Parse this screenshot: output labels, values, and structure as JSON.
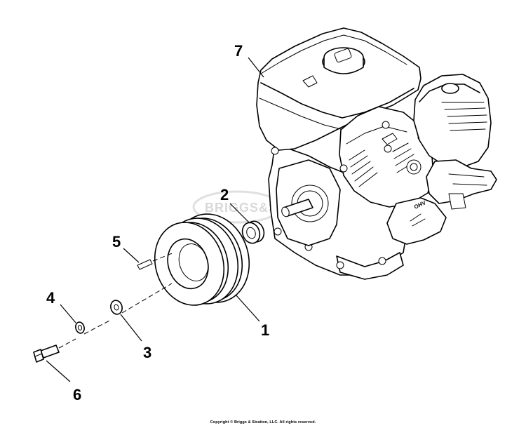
{
  "diagram": {
    "callouts": [
      {
        "id": "1",
        "label": "1"
      },
      {
        "id": "2",
        "label": "2"
      },
      {
        "id": "3",
        "label": "3"
      },
      {
        "id": "4",
        "label": "4"
      },
      {
        "id": "5",
        "label": "5"
      },
      {
        "id": "6",
        "label": "6"
      },
      {
        "id": "7",
        "label": "7"
      }
    ],
    "watermark_text": "BRIGGS&S",
    "copyright": "Copyright © Briggs & Stratton, LLC. All rights reserved."
  }
}
